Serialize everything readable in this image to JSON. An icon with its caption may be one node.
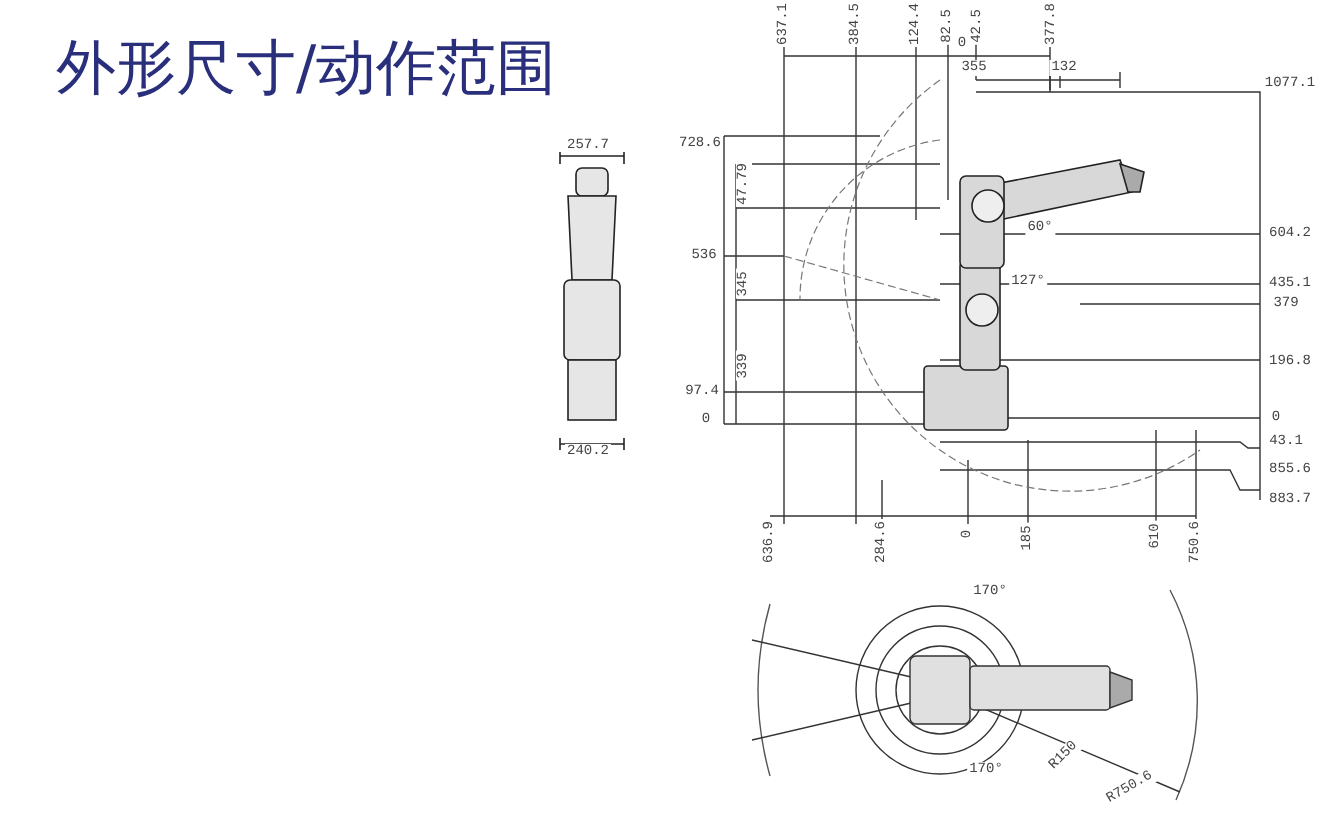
{
  "diagram": {
    "title": "外形尺寸/动作范围",
    "labels": [
      "637.1",
      "384.5",
      "124.4",
      "82.5",
      "0",
      "42.5",
      "377.8",
      "355",
      "132",
      "1077.1",
      "257.7",
      "728.6",
      "47.79",
      "60°",
      "604.2",
      "536",
      "345",
      "127°",
      "435.1",
      "379",
      "196.8",
      "339",
      "97.4",
      "0",
      "0",
      "43.1",
      "240.2",
      "855.6",
      "883.7",
      "636.9",
      "284.6",
      "0",
      "185",
      "610",
      "750.6",
      "170°",
      "R150",
      "170°",
      "R750.6"
    ]
  }
}
